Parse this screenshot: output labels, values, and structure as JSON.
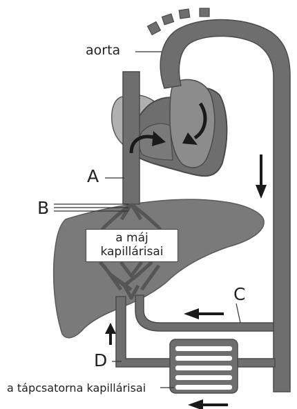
{
  "labels": {
    "aorta": "aorta",
    "A": "A",
    "B": "B",
    "C": "C",
    "D": "D",
    "liver_caption_line1": "a máj",
    "liver_caption_line2": "kapillárisai",
    "intestine_caption": "a tápcsatorna kapillárisai"
  },
  "colors": {
    "vessel": "#6e6e6e",
    "vessel_dark": "#4a4a4a",
    "liver": "#7a7a7a",
    "heart_light": "#b0b0b0",
    "arrow": "#1a1a1a"
  }
}
